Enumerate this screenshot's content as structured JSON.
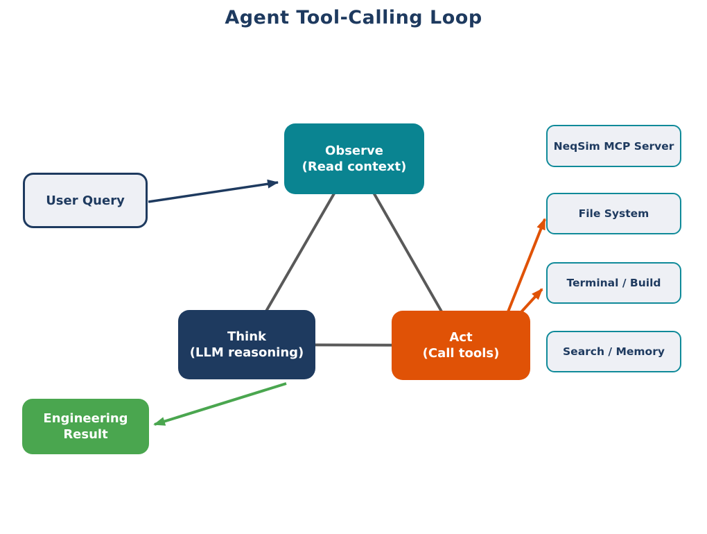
{
  "title": "Agent Tool-Calling Loop",
  "colors": {
    "navy": "#1e3a5f",
    "teal": "#0a8491",
    "teal_border": "#0f8a99",
    "orange": "#e05206",
    "green": "#4aa64f",
    "light_fill": "#eef0f5",
    "gray_line": "#595959",
    "white": "#ffffff"
  },
  "nodes": {
    "observe": {
      "title": "Observe",
      "subtitle": "(Read context)"
    },
    "think": {
      "title": "Think",
      "subtitle": "(LLM reasoning)"
    },
    "act": {
      "title": "Act",
      "subtitle": "(Call tools)"
    },
    "user_query": {
      "label": "User Query"
    },
    "engineering_result": {
      "label": "Engineering Result"
    },
    "tools": [
      {
        "label": "NeqSim MCP Server"
      },
      {
        "label": "File System"
      },
      {
        "label": "Terminal / Build"
      },
      {
        "label": "Search / Memory"
      }
    ]
  },
  "edges": [
    {
      "id": "user-query-to-observe",
      "from": "user_query",
      "to": "observe",
      "color": "navy",
      "width": 3.5,
      "marker": "navy",
      "points": [
        [
          214,
          291
        ],
        [
          401,
          263
        ]
      ]
    },
    {
      "id": "observe-think-link",
      "from": "observe",
      "to": "think",
      "color": "gray_line",
      "width": 4,
      "marker": null,
      "points": [
        [
          511,
          229
        ],
        [
          356,
          497
        ]
      ]
    },
    {
      "id": "observe-act-link",
      "from": "observe",
      "to": "act",
      "color": "gray_line",
      "width": 4,
      "marker": null,
      "points": [
        [
          511,
          229
        ],
        [
          665,
          498
        ]
      ]
    },
    {
      "id": "think-act-link",
      "from": "think",
      "to": "act",
      "color": "gray_line",
      "width": 4,
      "marker": null,
      "points": [
        [
          356,
          497
        ],
        [
          665,
          498
        ]
      ]
    },
    {
      "id": "act-to-file-system",
      "from": "act",
      "to": "file_system",
      "color": "orange",
      "width": 4,
      "marker": "orange",
      "points": [
        [
          728,
          462
        ],
        [
          786,
          316
        ]
      ]
    },
    {
      "id": "act-to-terminal-build",
      "from": "act",
      "to": "terminal_build",
      "color": "orange",
      "width": 4,
      "marker": "orange",
      "points": [
        [
          740,
          463
        ],
        [
          782,
          417
        ]
      ]
    },
    {
      "id": "think-to-engineering-result",
      "from": "think",
      "to": "engineering_result",
      "color": "green",
      "width": 4,
      "marker": "green",
      "points": [
        [
          413,
          553
        ],
        [
          223,
          612
        ]
      ]
    }
  ]
}
